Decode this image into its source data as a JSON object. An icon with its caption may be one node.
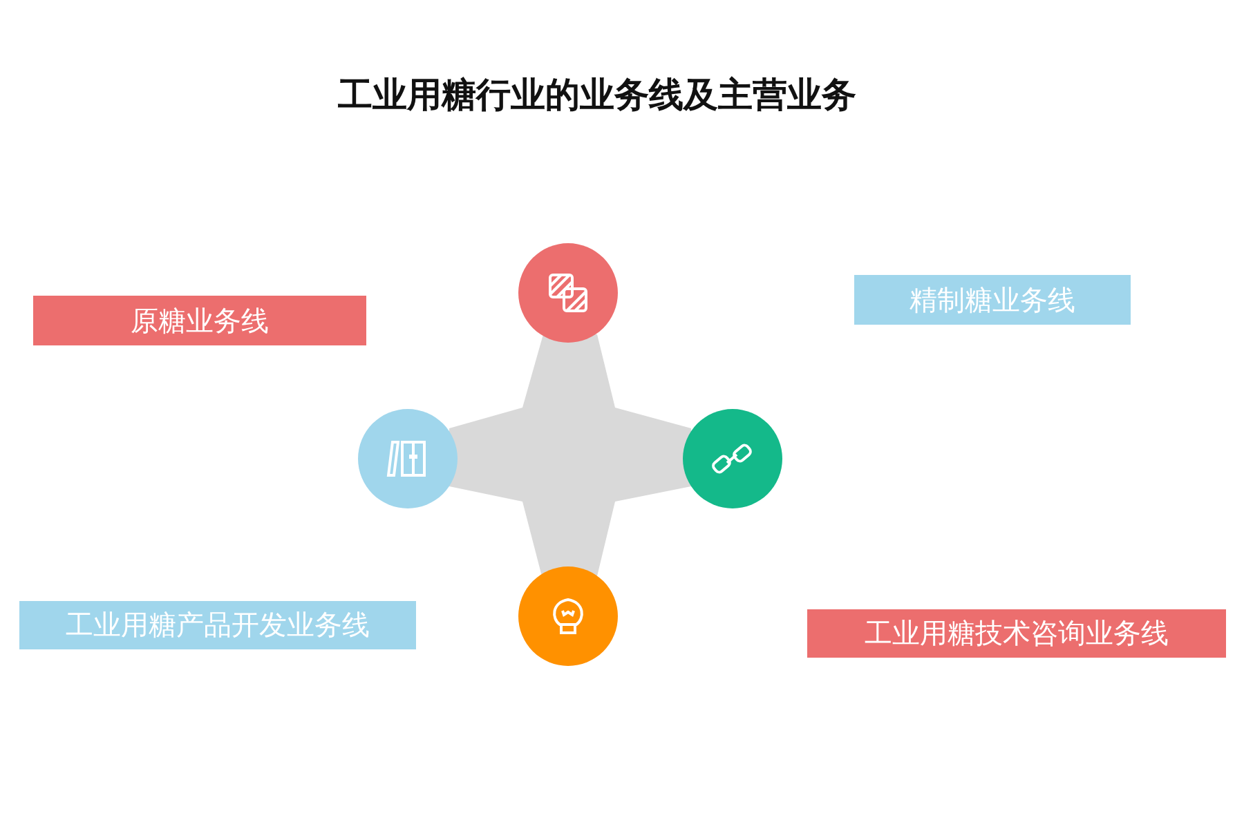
{
  "diagram": {
    "title": "工业用糖行业的业务线及主营业务",
    "nodes": [
      {
        "text": [
          "原糖业务线"
        ]
      },
      {
        "text": [
          "精制糖业务线"
        ]
      },
      {
        "text": [
          "工业用糖产品开发业务线"
        ]
      },
      {
        "text": [
          "工业用糖技术咨询业务线"
        ]
      },
      {
        "text": [],
        "shape": "circle"
      },
      {
        "text": [],
        "shape": "circle"
      },
      {
        "text": [],
        "shape": "circle"
      },
      {
        "text": [],
        "shape": "circle"
      }
    ]
  }
}
